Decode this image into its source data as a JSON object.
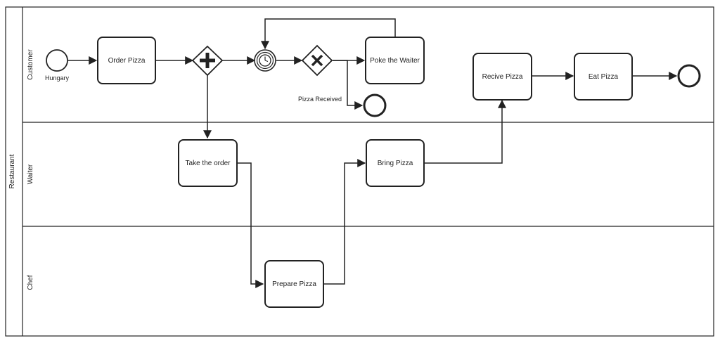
{
  "pool": {
    "label": "Restaurant"
  },
  "lanes": {
    "customer": "Customer",
    "waiter": "Waiter",
    "chef": "Chef"
  },
  "events": {
    "start_label": "Hungary",
    "pizza_received_label": "Pizza Received"
  },
  "tasks": {
    "order_pizza": "Order Pizza",
    "poke_waiter": "Poke the Waiter",
    "receive_pizza": "Recive Pizza",
    "eat_pizza": "Eat Pizza",
    "take_order": "Take the order",
    "bring_pizza": "Bring Pizza",
    "prepare_pizza": "Prepare Pizza"
  },
  "gateways": {
    "parallel_symbol": "+",
    "exclusive_symbol": "X"
  }
}
